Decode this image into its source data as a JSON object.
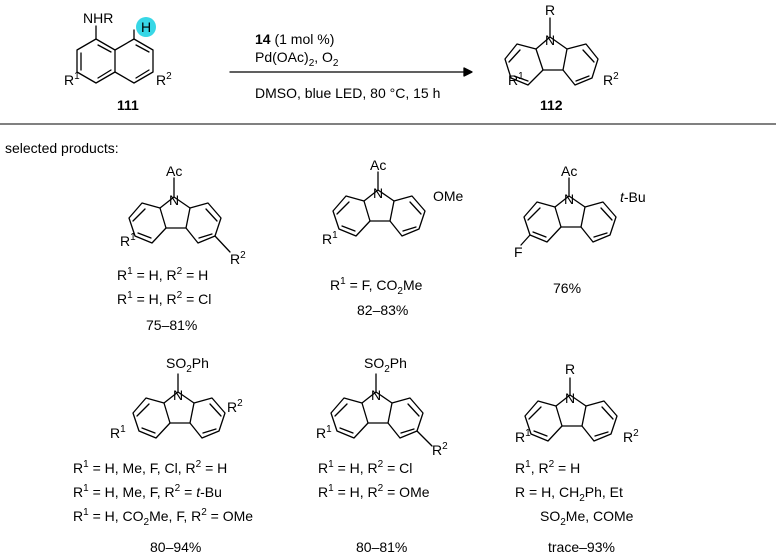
{
  "scheme": {
    "reactant_label": "111",
    "product_label": "112",
    "reactant_nh": "NHR",
    "highlight_atom": "H",
    "product_n_sub": "R",
    "r1": "R",
    "r1_sup": "1",
    "r2": "R",
    "r2_sup": "2",
    "cond_catalyst_num": "14",
    "cond_catalyst_amt": " (1 mol %)",
    "cond_reagents_a": "Pd(OAc)",
    "cond_reagents_sub": "2",
    "cond_reagents_b": ", O",
    "cond_reagents_sub2": "2",
    "cond_solvent": "DMSO, blue LED, 80 °C, 15 h",
    "highlight_color": "#37d7e6"
  },
  "selected_label": "selected products:",
  "products": [
    {
      "n_sub": "Ac",
      "lines": [
        {
          "a": "R",
          "as": "1",
          "b": " = H, R",
          "bs": "2",
          "c": " = H"
        },
        {
          "a": "R",
          "as": "1",
          "b": " = H, R",
          "bs": "2",
          "c": " = Cl"
        }
      ],
      "yield": "75–81%"
    },
    {
      "n_sub": "Ac",
      "sub_right": "OMe",
      "lines": [
        {
          "a": "R",
          "as": "1",
          "b": " = F, CO",
          "bs": "2",
          "c": "Me"
        }
      ],
      "yield": "82–83%"
    },
    {
      "n_sub": "Ac",
      "sub_left": "F",
      "sub_right_it": "t",
      "sub_right": "-Bu",
      "yield": "76%"
    },
    {
      "n_sub": "SO",
      "n_sub_s": "2",
      "n_sub_b": "Ph",
      "lines": [
        {
          "a": "R",
          "as": "1",
          "b": " = H, Me, F, Cl, R",
          "bs": "2",
          "c": " = H"
        },
        {
          "a": "R",
          "as": "1",
          "b": " = H, Me, F, R",
          "bs": "2",
          "c": " = ",
          "it": "t",
          "d": "-Bu"
        },
        {
          "a": "R",
          "as": "1",
          "b": " = H, CO",
          "bs": "2",
          "c": "Me, F, R",
          "cs": "2",
          "d": " = OMe"
        }
      ],
      "yield": "80–94%"
    },
    {
      "n_sub": "SO",
      "n_sub_s": "2",
      "n_sub_b": "Ph",
      "lines": [
        {
          "a": "R",
          "as": "1",
          "b": " = H, R",
          "bs": "2",
          "c": " = Cl"
        },
        {
          "a": "R",
          "as": "1",
          "b": " = H, R",
          "bs": "2",
          "c": " = OMe"
        }
      ],
      "yield": "80–81%"
    },
    {
      "n_sub": "R",
      "lines": [
        {
          "a": "R",
          "as": "1",
          "b": ", R",
          "bs": "2",
          "c": " = H"
        },
        {
          "a": "R = H, CH",
          "as": "2",
          "b": "Ph, Et"
        },
        {
          "a": "SO",
          "as": "2",
          "b": "Me, COMe"
        }
      ],
      "yield": "trace–93%"
    }
  ]
}
